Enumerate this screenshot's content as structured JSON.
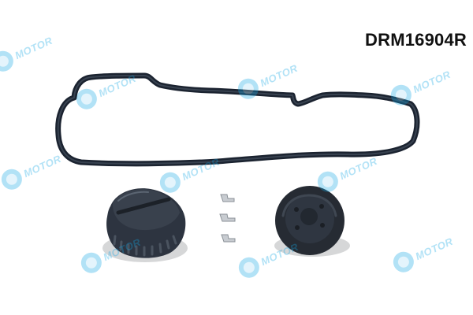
{
  "product": {
    "code": "DRM16904R"
  },
  "watermark": {
    "text": "MOTOR",
    "color": "#12a7e6"
  },
  "colors": {
    "gasket": "#1b2330",
    "cap": "#2d3440",
    "diaphragm": "#262b33",
    "clip": "#bfc4ca"
  },
  "items": {
    "gasket": "valve-cover-gasket",
    "cap": "oil-filler-cap",
    "clips": "metal-clips",
    "diaphragm": "pcv-diaphragm"
  }
}
